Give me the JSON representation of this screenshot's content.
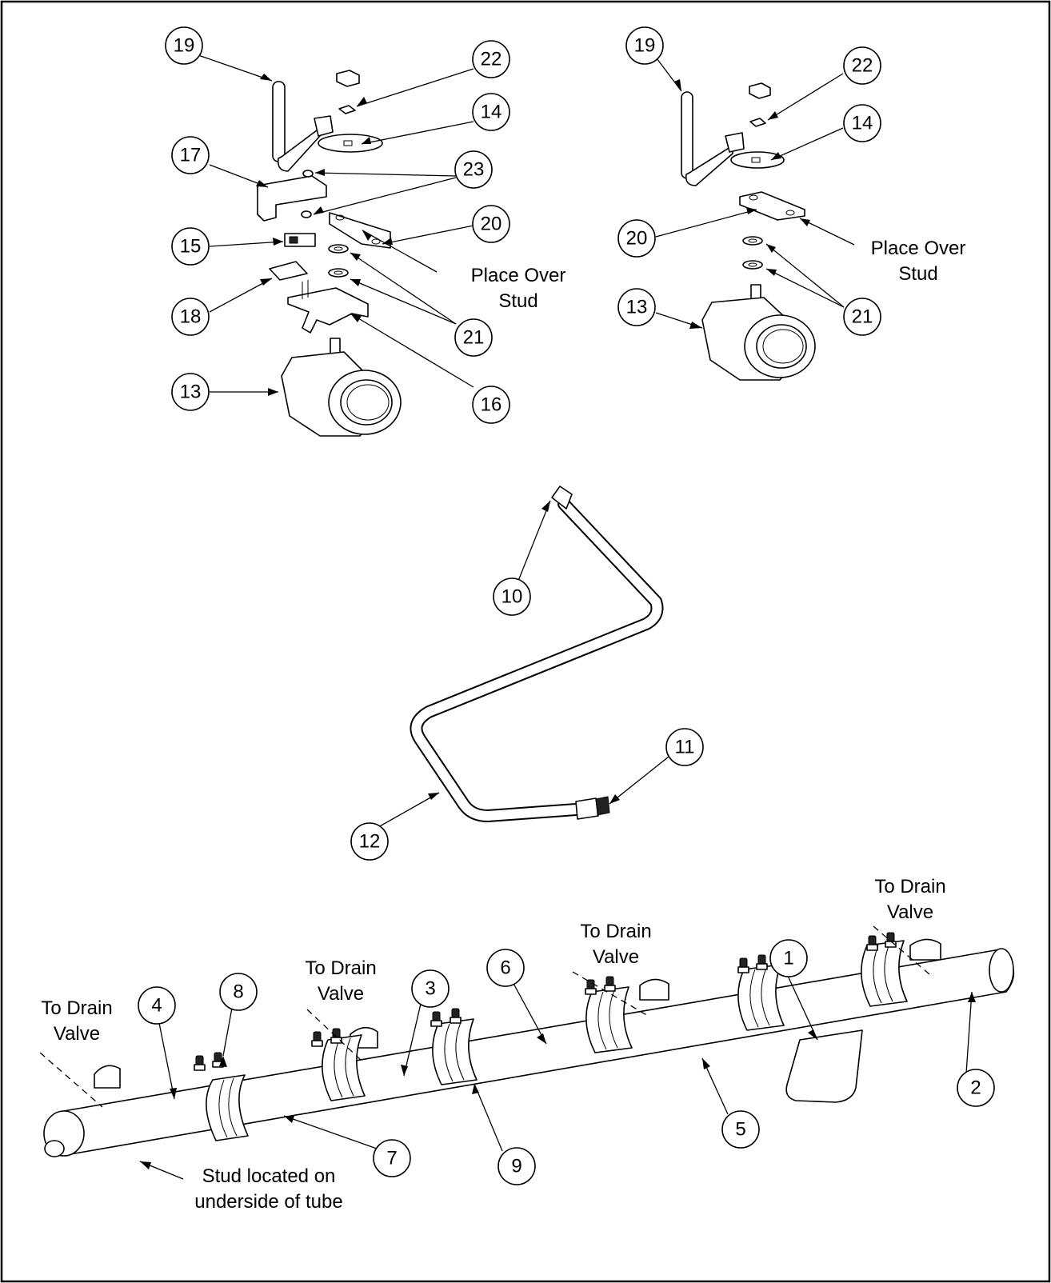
{
  "colors": {
    "ink": "#000000",
    "paper": "#ffffff"
  },
  "balloons_left_valve": [
    "19",
    "22",
    "14",
    "17",
    "23",
    "20",
    "15",
    "18",
    "21",
    "13",
    "16"
  ],
  "balloons_right_valve": [
    "19",
    "22",
    "14",
    "20",
    "21",
    "13"
  ],
  "balloons_hose": [
    "10",
    "11",
    "12"
  ],
  "balloons_boom": [
    "1",
    "2",
    "3",
    "4",
    "5",
    "6",
    "7",
    "8",
    "9"
  ],
  "notes": {
    "place_over_stud_left_line1": "Place Over",
    "place_over_stud_left_line2": "Stud",
    "place_over_stud_right_line1": "Place Over",
    "place_over_stud_right_line2": "Stud",
    "drain_left_line1": "To Drain",
    "drain_left_line2": "Valve",
    "drain_2_line1": "To Drain",
    "drain_2_line2": "Valve",
    "drain_3_line1": "To Drain",
    "drain_3_line2": "Valve",
    "drain_4_line1": "To Drain",
    "drain_4_line2": "Valve",
    "stud_line1": "Stud located on",
    "stud_line2": "underside of tube"
  }
}
